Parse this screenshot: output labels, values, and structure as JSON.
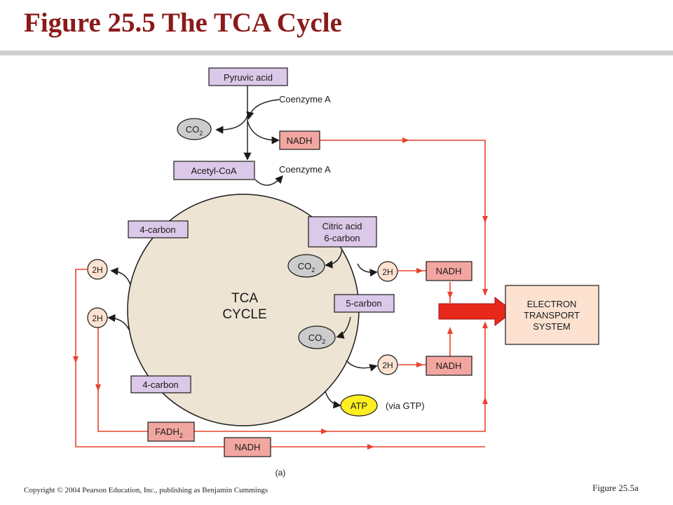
{
  "title": "Figure 25.5  The TCA Cycle",
  "footer": {
    "copyright": "Copyright © 2004 Pearson Education, Inc., publishing as Benjamin Cummings",
    "figure_ref": "Figure 25.5a"
  },
  "diagram": {
    "pyruvic_acid": "Pyruvic acid",
    "coenzyme_a_in": "Coenzyme A",
    "co2_top": "CO",
    "co2_sub": "2",
    "nadh_top": "NADH",
    "acetyl_coa": "Acetyl-CoA",
    "coenzyme_a_out": "Coenzyme A",
    "four_carbon_upper": "4-carbon",
    "four_carbon_lower": "4-carbon",
    "citric_acid_line1": "Citric acid",
    "citric_acid_line2": "6-carbon",
    "five_carbon": "5-carbon",
    "cycle_line1": "TCA",
    "cycle_line2": "CYCLE",
    "co2_right_upper": "CO",
    "co2_right_lower": "CO",
    "two_h": "2H",
    "nadh_right_upper": "NADH",
    "nadh_right_lower": "NADH",
    "atp": "ATP",
    "via_gtp": "(via GTP)",
    "fadh2_main": "FADH",
    "fadh2_sub": "2",
    "nadh_bottom": "NADH",
    "ets_line1": "ELECTRON",
    "ets_line2": "TRANSPORT",
    "ets_line3": "SYSTEM",
    "panel_label": "(a)"
  },
  "colors": {
    "title": "#8b1a1a",
    "rule": "#cfcfcf",
    "cycle_fill": "#ede4d3",
    "metabolite_box": "#dcc8e8",
    "nadh_box": "#f2a6a0",
    "co2_oval": "#cccccc",
    "h_circle": "#fde2d2",
    "atp_oval": "#ffee22",
    "ets_box": "#fde2d2",
    "red_line": "#e8432d",
    "big_arrow": "#e8281a"
  }
}
